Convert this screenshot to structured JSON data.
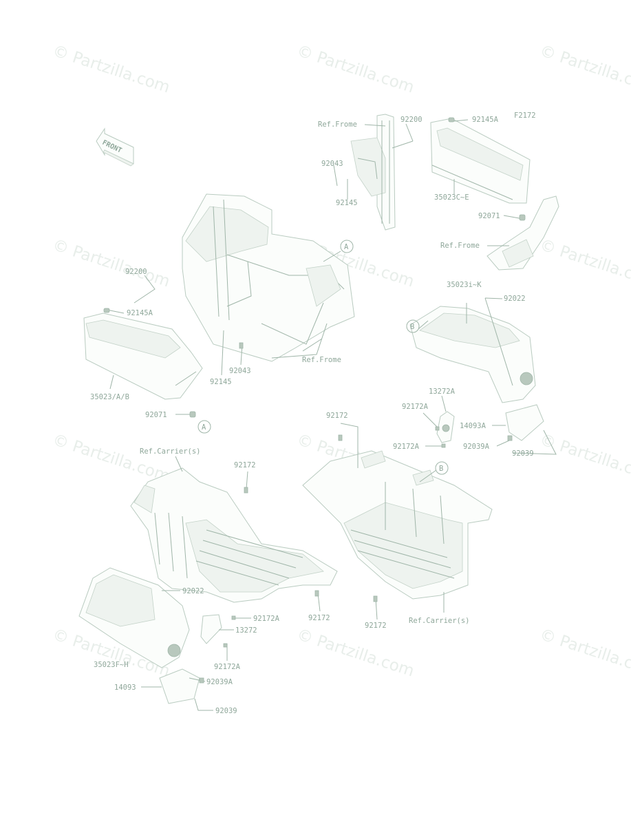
{
  "watermark": "© Partzilla.com",
  "diagram_code": "F2172",
  "front_label": "FRONT",
  "callouts": {
    "A": "A",
    "B": "B"
  },
  "labels": {
    "ref_frame_1": "Ref.Frome",
    "p92200_a": "92200",
    "p92145A_a": "92145A",
    "p92043_a": "92043",
    "p92145_a": "92145",
    "p35023CE": "35023C~E",
    "p92071_a": "92071",
    "ref_frame_2": "Ref.Frome",
    "p92200_b": "92200",
    "p92145A_b": "92145A",
    "p35023AB": "35023/A/B",
    "p92043_b": "92043",
    "p92145_b": "92145",
    "ref_frame_3": "Ref.Frome",
    "p92071_b": "92071",
    "p35023IK": "35023i~K",
    "p92022_a": "92022",
    "p13272A": "13272A",
    "p92172A_a": "92172A",
    "p14093A": "14093A",
    "p92172A_b": "92172A",
    "p92039A_a": "92039A",
    "p92039_a": "92039",
    "p92172_a": "92172",
    "ref_carrier_1": "Ref.Carrier(s)",
    "p92172_b": "92172",
    "p92022_b": "92022",
    "p92172A_c": "92172A",
    "p13272": "13272",
    "p92172_c": "92172",
    "p92172_d": "92172",
    "ref_carrier_2": "Ref.Carrier(s)",
    "p35023FH": "35023F~H",
    "p92172A_d": "92172A",
    "p14093": "14093",
    "p92039A_b": "92039A",
    "p92039_b": "92039"
  }
}
